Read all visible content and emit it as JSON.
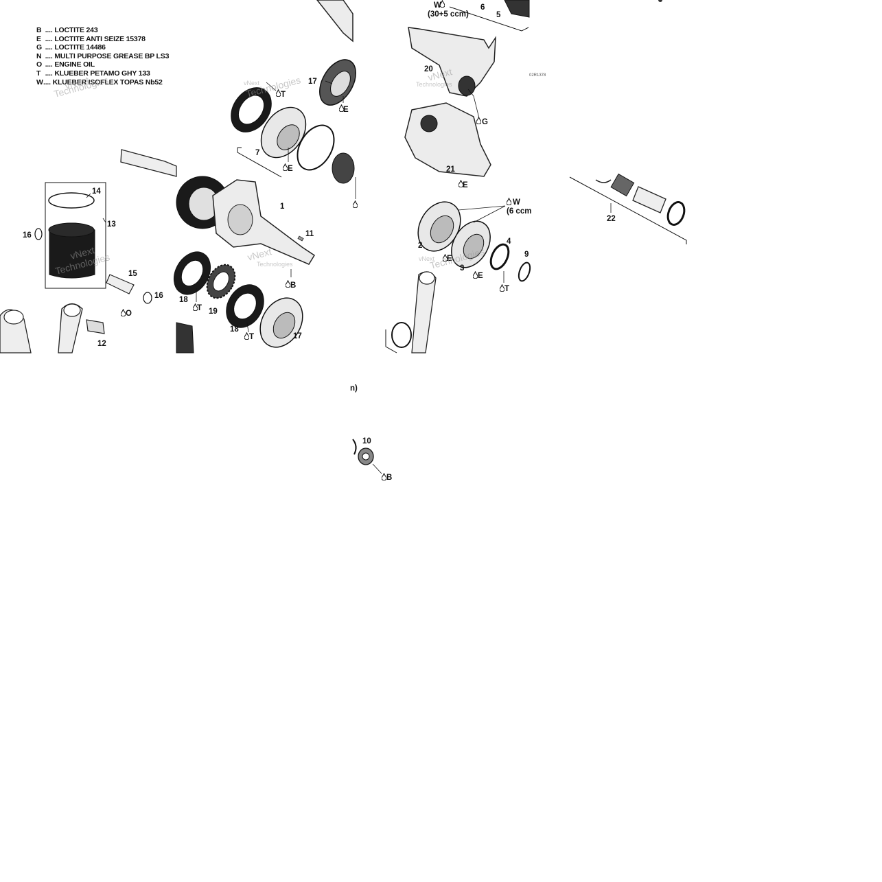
{
  "legend": {
    "items": [
      {
        "code": "B",
        "dots": " ....",
        "label": "LOCTITE 243"
      },
      {
        "code": "E",
        "dots": " ....",
        "label": "LOCTITE ANTI SEIZE 15378"
      },
      {
        "code": "G",
        "dots": " ....",
        "label": "LOCTITE 14486"
      },
      {
        "code": "N",
        "dots": " ....",
        "label": "MULTI PURPOSE GREASE BP LS3"
      },
      {
        "code": "O",
        "dots": " ....",
        "label": "ENGINE OIL"
      },
      {
        "code": "T",
        "dots": " ....",
        "label": "KLUEBER PETAMO GHY 133"
      },
      {
        "code": "W",
        "dots": "....",
        "label": "KLUEBER ISOFLEX TOPAS Nb52"
      }
    ]
  },
  "watermark": {
    "line1": "vNext",
    "line2": "Technologies"
  },
  "drawing_id": "02R1378",
  "callouts": {
    "p1": "1",
    "p2": "2",
    "p3": "3",
    "p4": "4",
    "p5": "5",
    "p6": "6",
    "p7": "7",
    "p9": "9",
    "p10": "10",
    "p11": "11",
    "p12": "12",
    "p13": "13",
    "p14": "14",
    "p15": "15",
    "p16a": "16",
    "p16b": "16",
    "p17a": "17",
    "p17b": "17",
    "p18a": "18",
    "p18b": "18",
    "p19": "19",
    "p20": "20",
    "p21": "21",
    "p22": "22"
  },
  "lubricant_marks": {
    "top_w": "W",
    "top_w_qty": "(30+5 ccm)",
    "mid_w": "W",
    "mid_w_qty": "(6 ccm",
    "t1": "T",
    "t2": "T",
    "t3": "T",
    "t4": "T",
    "e1": "E",
    "e2": "E",
    "e3": "E",
    "e4": "E",
    "e5": "E",
    "g1": "G",
    "b1": "B",
    "b2": "B",
    "o1": "O",
    "frag_paren": "n)"
  },
  "colors": {
    "ink": "#111111",
    "part_fill": "#f2f2f2",
    "part_shadow": "#c8c8c8",
    "dark": "#1a1a1a"
  }
}
